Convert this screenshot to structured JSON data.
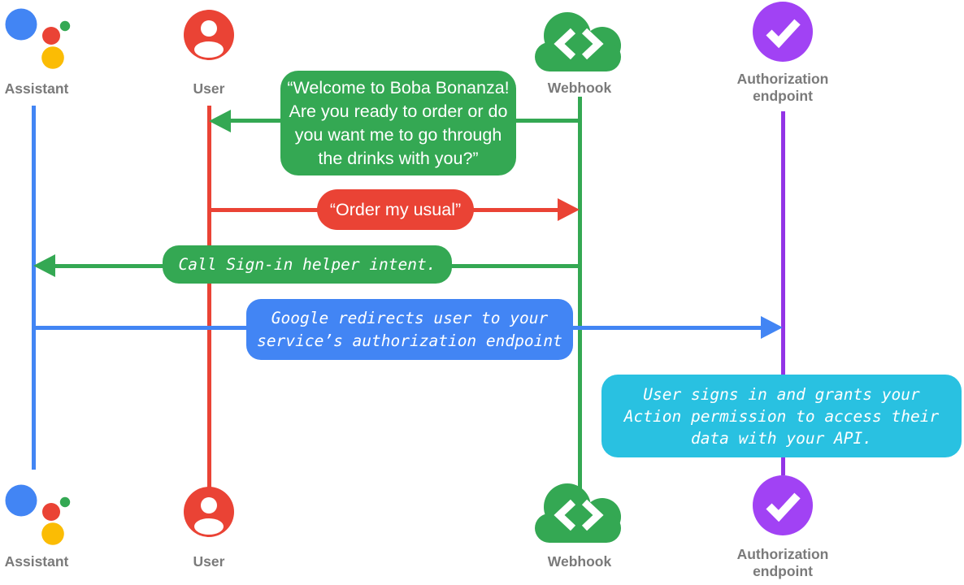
{
  "background": "#FFFFFF",
  "colors": {
    "assistant_blue": "#4285F4",
    "user_red": "#EA4335",
    "webhook_green": "#34A853",
    "authorization_purple": "#A142F4",
    "authorization_lifeline_purple": "#9334E6",
    "note_cyan": "#29C1E1",
    "logo_yellow": "#FBBC04",
    "label_gray": "#7A7A7A",
    "message_text_white": "#FFFFFF"
  },
  "actors": {
    "assistant": {
      "label": "Assistant",
      "icon": "google-assistant-logo"
    },
    "user": {
      "label": "User",
      "icon": "person-circle-icon"
    },
    "webhook": {
      "label": "Webhook",
      "icon": "cloud-code-icon"
    },
    "authorization": {
      "label": "Authorization\nendpoint",
      "icon": "check-circle-icon"
    }
  },
  "messages": {
    "welcome": {
      "from": "Webhook",
      "to": "User",
      "arrow_color": "#34A853",
      "text": "“Welcome to Boba Bonanza!\nAre you ready to order or do\nyou want me to go through\nthe drinks with you?”"
    },
    "order": {
      "from": "User",
      "to": "Webhook",
      "arrow_color": "#EA4335",
      "text": "“Order my usual”"
    },
    "signin": {
      "from": "Webhook",
      "to": "Assistant",
      "arrow_color": "#34A853",
      "text": "Call Sign-in helper intent."
    },
    "redirect": {
      "from": "Assistant",
      "to": "Authorization endpoint",
      "arrow_color": "#4285F4",
      "text": "Google redirects user to your\nservice’s authorization endpoint"
    }
  },
  "note": {
    "anchor": "Authorization endpoint",
    "color": "#29C1E1",
    "text": "User signs in and grants your\nAction permission to access their\ndata with your API."
  }
}
